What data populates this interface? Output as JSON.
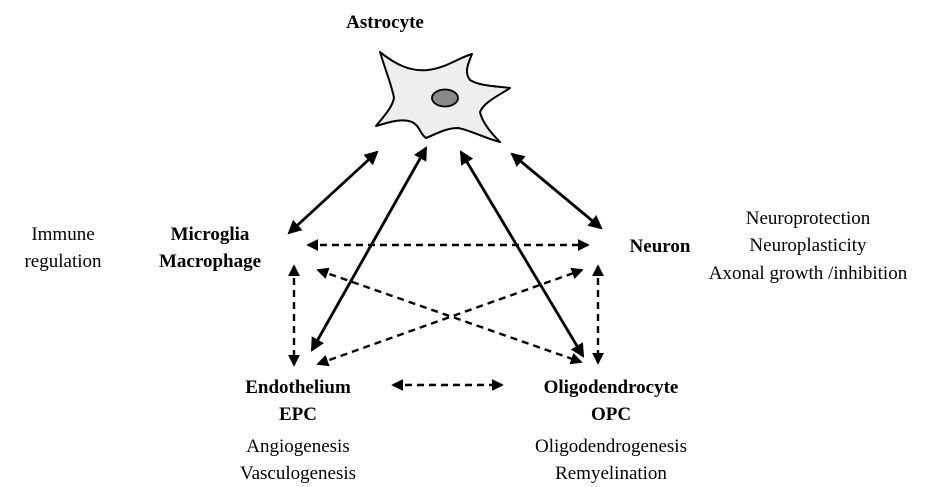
{
  "nodes": {
    "astrocyte": {
      "title": "Astrocyte"
    },
    "microglia": {
      "line1": "Microglia",
      "line2": "Macrophage",
      "side1": "Immune",
      "side2": "regulation"
    },
    "neuron": {
      "title": "Neuron",
      "side1": "Neuroprotection",
      "side2": "Neuroplasticity",
      "side3": "Axonal growth /inhibition"
    },
    "endothelium": {
      "line1": "Endothelium",
      "line2": "EPC",
      "desc1": "Angiogenesis",
      "desc2": "Vasculogenesis"
    },
    "oligodendrocyte": {
      "line1": "Oligodendrocyte",
      "line2": "OPC",
      "desc1": "Oligodendrogenesis",
      "desc2": "Remyelination"
    }
  },
  "connections": [
    {
      "from": "astrocyte",
      "to": "microglia",
      "style": "solid",
      "heads": "both"
    },
    {
      "from": "astrocyte",
      "to": "endothelium",
      "style": "solid",
      "heads": "both"
    },
    {
      "from": "astrocyte",
      "to": "oligodendrocyte",
      "style": "solid",
      "heads": "both"
    },
    {
      "from": "astrocyte",
      "to": "neuron",
      "style": "solid",
      "heads": "both"
    },
    {
      "from": "microglia",
      "to": "neuron",
      "style": "dashed",
      "heads": "both"
    },
    {
      "from": "microglia",
      "to": "endothelium",
      "style": "dashed",
      "heads": "both"
    },
    {
      "from": "microglia",
      "to": "oligodendrocyte",
      "style": "dashed",
      "heads": "both"
    },
    {
      "from": "endothelium",
      "to": "neuron",
      "style": "dashed",
      "heads": "both"
    },
    {
      "from": "neuron",
      "to": "oligodendrocyte",
      "style": "dashed",
      "heads": "both"
    },
    {
      "from": "endothelium",
      "to": "oligodendrocyte",
      "style": "dashed",
      "heads": "both"
    }
  ]
}
